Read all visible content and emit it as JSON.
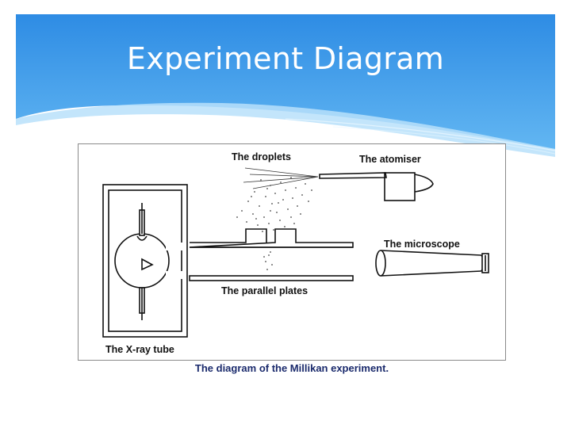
{
  "slide": {
    "title": "Experiment Diagram",
    "colors": {
      "header_top": "#2f8fe6",
      "header_bottom": "#a8d8f8",
      "caption": "#1a2a6c"
    }
  },
  "diagram": {
    "labels": {
      "droplets": "The droplets",
      "atomiser": "The atomiser",
      "microscope": "The microscope",
      "plates": "The parallel plates",
      "xray": "The X-ray tube"
    },
    "caption": "The diagram of the Millikan experiment."
  }
}
